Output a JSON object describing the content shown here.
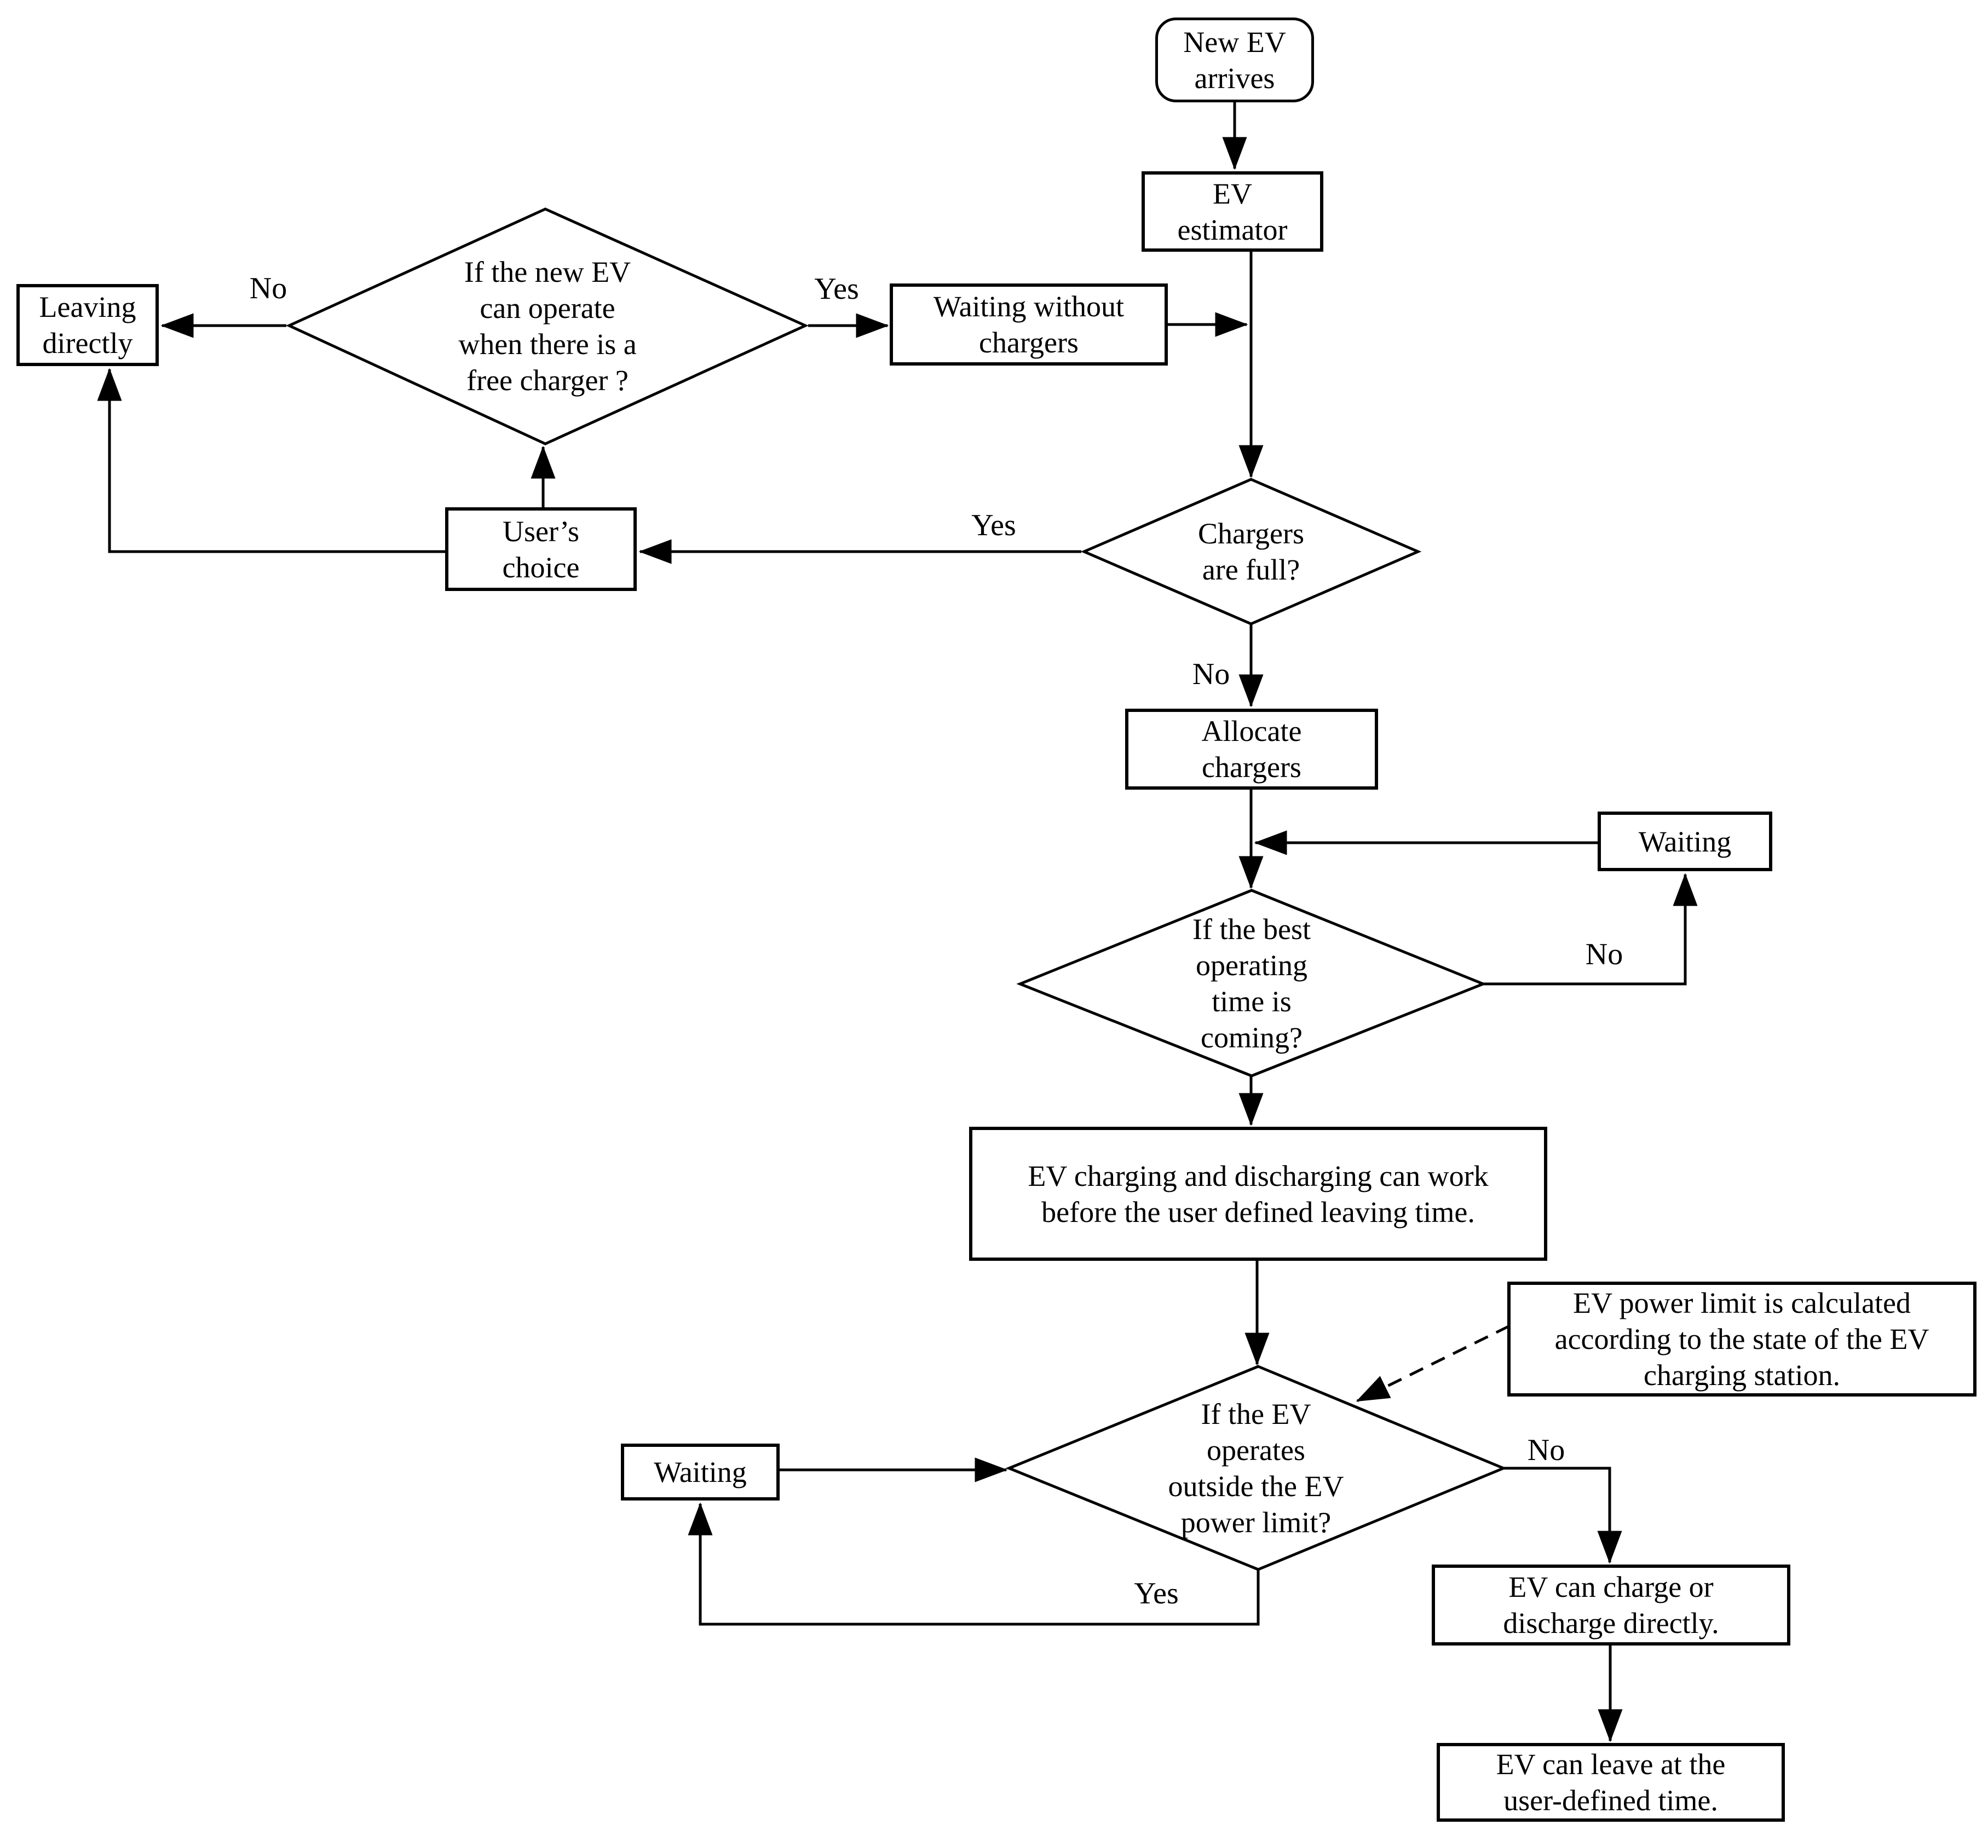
{
  "flow": {
    "nodes": {
      "start": {
        "lines": [
          "New EV",
          "arrives"
        ]
      },
      "estimator": {
        "lines": [
          "EV",
          "estimator"
        ]
      },
      "decision_free_charger": {
        "lines": [
          "If the new EV",
          "can operate",
          "when there is a",
          "free charger ?"
        ]
      },
      "leaving_directly": {
        "lines": [
          "Leaving",
          "directly"
        ]
      },
      "waiting_without_chargers": {
        "lines": [
          "Waiting without",
          "chargers"
        ]
      },
      "decision_chargers_full": {
        "lines": [
          "Chargers",
          "are full?"
        ]
      },
      "users_choice": {
        "lines": [
          "User’s",
          "choice"
        ]
      },
      "allocate_chargers": {
        "lines": [
          "Allocate",
          "chargers"
        ]
      },
      "waiting_right": {
        "lines": [
          "Waiting"
        ]
      },
      "decision_best_time": {
        "lines": [
          "If the best",
          "operating",
          "time is",
          "coming?"
        ]
      },
      "ev_work": {
        "lines": [
          "EV charging and discharging can work",
          "before the user defined leaving time."
        ]
      },
      "power_limit_note": {
        "lines": [
          "EV power limit is calculated",
          "according to the state of the EV",
          "charging station."
        ]
      },
      "decision_power_limit": {
        "lines": [
          "If the EV",
          "operates",
          "outside the EV",
          "power limit?"
        ]
      },
      "waiting_left": {
        "lines": [
          "Waiting"
        ]
      },
      "charge_direct": {
        "lines": [
          "EV can charge or",
          "discharge directly."
        ]
      },
      "leave_user_time": {
        "lines": [
          "EV can leave at the",
          "user-defined time."
        ]
      }
    },
    "edge_labels": {
      "no_free_charger": "No",
      "yes_free_charger": "Yes",
      "yes_chargers_full": "Yes",
      "no_chargers_full": "No",
      "no_best_time": "No",
      "no_power_limit": "No",
      "yes_power_limit": "Yes"
    },
    "colors": {
      "line": "#000000",
      "background": "#ffffff",
      "node_fill": "#ffffff"
    }
  }
}
